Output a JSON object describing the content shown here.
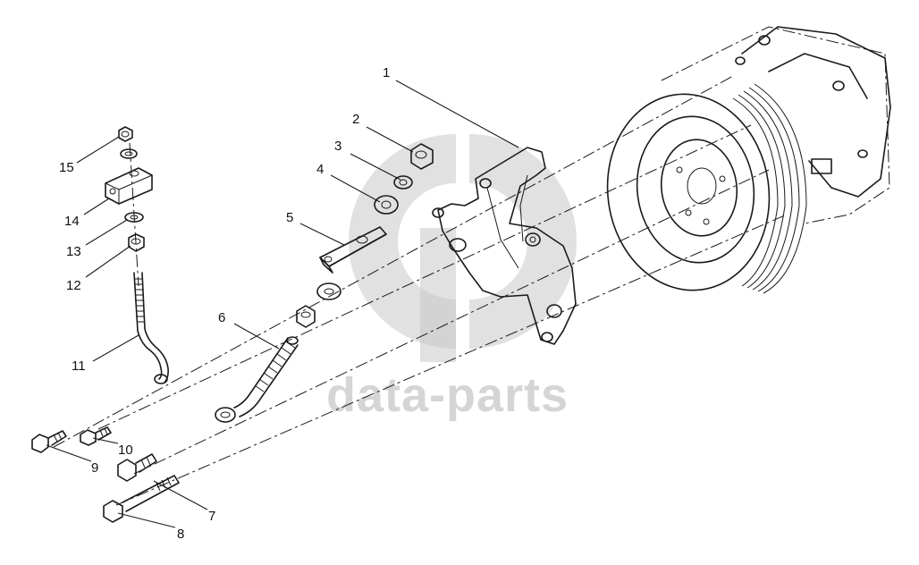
{
  "watermark": {
    "text": "data-parts"
  },
  "callouts": [
    {
      "label": "1"
    },
    {
      "label": "2"
    },
    {
      "label": "3"
    },
    {
      "label": "4"
    },
    {
      "label": "5"
    },
    {
      "label": "6"
    },
    {
      "label": "7"
    },
    {
      "label": "8"
    },
    {
      "label": "9"
    },
    {
      "label": "10"
    },
    {
      "label": "11"
    },
    {
      "label": "12"
    },
    {
      "label": "13"
    },
    {
      "label": "14"
    },
    {
      "label": "15"
    }
  ]
}
